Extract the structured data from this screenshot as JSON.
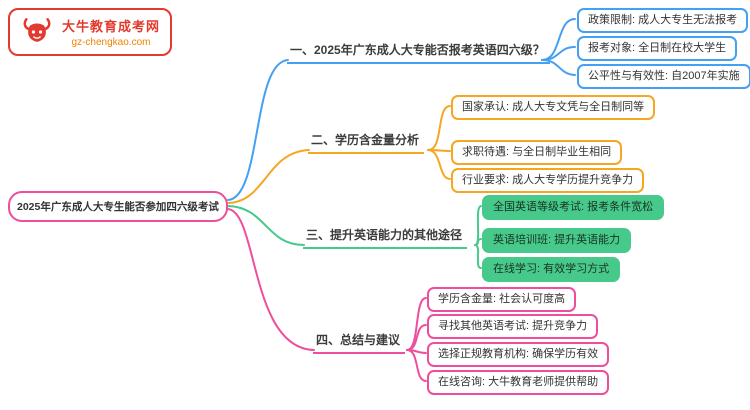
{
  "logo": {
    "site_name": "大牛教育成考网",
    "site_url": "gz-chengkao.com",
    "brand_red": "#e23a2e",
    "brand_orange": "#f08300"
  },
  "root": {
    "label": "2025年广东成人大专生能否参加四六级考试",
    "color": "#ee4e9b"
  },
  "branches": [
    {
      "label": "一、2025年广东成人大专能否报考英语四六级？",
      "color": "#459ff3",
      "children": [
        {
          "text": "政策限制: 成人大专生无法报考"
        },
        {
          "text": "报考对象: 全日制在校大学生"
        },
        {
          "text": "公平性与有效性: 自2007年实施"
        }
      ]
    },
    {
      "label": "二、学历含金量分析",
      "color": "#f5a623",
      "children": [
        {
          "text": "国家承认: 成人大专文凭与全日制同等"
        },
        {
          "text": "求职待遇: 与全日制毕业生相同"
        },
        {
          "text": "行业要求: 成人大专学历提升竞争力"
        }
      ]
    },
    {
      "label": "三、提升英语能力的其他途径",
      "color": "#47c98c",
      "children": [
        {
          "text": "全国英语等级考试: 报考条件宽松"
        },
        {
          "text": "英语培训班: 提升英语能力"
        },
        {
          "text": "在线学习: 有效学习方式"
        }
      ]
    },
    {
      "label": "四、总结与建议",
      "color": "#ee4e9b",
      "children": [
        {
          "text": "学历含金量: 社会认可度高"
        },
        {
          "text": "寻找其他英语考试: 提升竞争力"
        },
        {
          "text": "选择正规教育机构: 确保学历有效"
        },
        {
          "text": "在线咨询: 大牛教育老师提供帮助"
        }
      ]
    }
  ]
}
